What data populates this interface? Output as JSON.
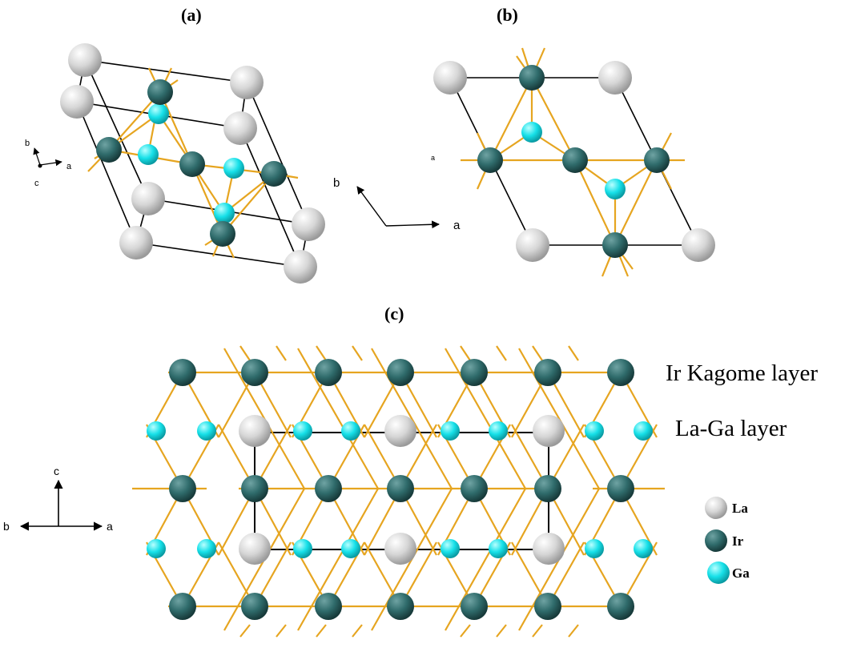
{
  "panels": {
    "a": {
      "label": "(a)",
      "axes": {
        "b": "b",
        "a": "a",
        "c": "c"
      }
    },
    "b": {
      "label": "(b)",
      "axes": {
        "b": "b",
        "a": "a"
      },
      "stray": "a"
    },
    "c": {
      "label": "(c)",
      "axes": {
        "c": "c",
        "b": "b",
        "a": "a"
      },
      "layer_top": "Ir Kagome layer",
      "layer_mid": "La-Ga layer"
    }
  },
  "legend": [
    {
      "label": "La",
      "color": "#d4d4d4"
    },
    {
      "label": "Ir",
      "color": "#2f6b6b"
    },
    {
      "label": "Ga",
      "color": "#16e0e8"
    }
  ],
  "colors": {
    "bond": "#e6a520",
    "cell": "#000000",
    "La": "#d4d4d4",
    "Ir": "#2f6b6b",
    "Ga": "#16e0e8"
  }
}
